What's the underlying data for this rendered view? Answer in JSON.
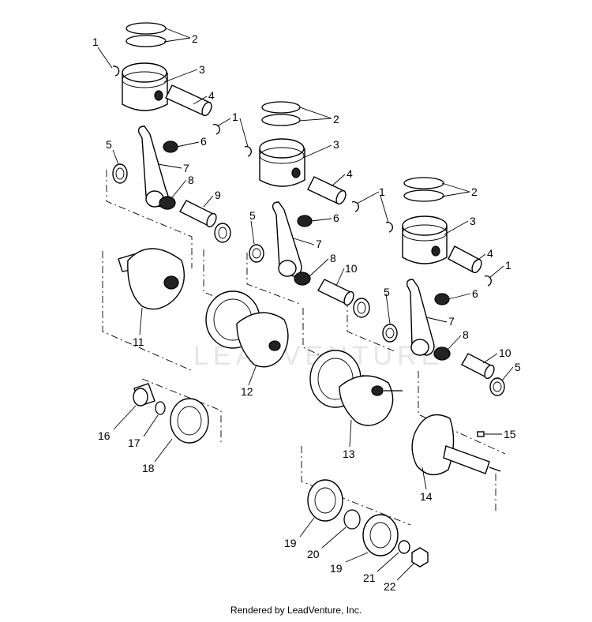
{
  "watermark": "LEADVENTURE",
  "footer": "Rendered by LeadVenture, Inc.",
  "callouts": [
    {
      "id": "c1a",
      "text": "1"
    },
    {
      "id": "c2a",
      "text": "2"
    },
    {
      "id": "c3a",
      "text": "3"
    },
    {
      "id": "c4a",
      "text": "4"
    },
    {
      "id": "c1b",
      "text": "1"
    },
    {
      "id": "c2b",
      "text": "2"
    },
    {
      "id": "c3b",
      "text": "3"
    },
    {
      "id": "c4b",
      "text": "4"
    },
    {
      "id": "c5a",
      "text": "5"
    },
    {
      "id": "c6a",
      "text": "6"
    },
    {
      "id": "c7a",
      "text": "7"
    },
    {
      "id": "c8a",
      "text": "8"
    },
    {
      "id": "c9",
      "text": "9"
    },
    {
      "id": "c1c",
      "text": "1"
    },
    {
      "id": "c2c",
      "text": "2"
    },
    {
      "id": "c3c",
      "text": "3"
    },
    {
      "id": "c4c",
      "text": "4"
    },
    {
      "id": "c1d",
      "text": "1"
    },
    {
      "id": "c5b",
      "text": "5"
    },
    {
      "id": "c6b",
      "text": "6"
    },
    {
      "id": "c7b",
      "text": "7"
    },
    {
      "id": "c8b",
      "text": "8"
    },
    {
      "id": "c10a",
      "text": "10"
    },
    {
      "id": "c5c",
      "text": "5"
    },
    {
      "id": "c6c",
      "text": "6"
    },
    {
      "id": "c7c",
      "text": "7"
    },
    {
      "id": "c8c",
      "text": "8"
    },
    {
      "id": "c10b",
      "text": "10"
    },
    {
      "id": "c5d",
      "text": "5"
    },
    {
      "id": "c11",
      "text": "11"
    },
    {
      "id": "c12",
      "text": "12"
    },
    {
      "id": "c13",
      "text": "13"
    },
    {
      "id": "c14",
      "text": "14"
    },
    {
      "id": "c15",
      "text": "15"
    },
    {
      "id": "c16",
      "text": "16"
    },
    {
      "id": "c17",
      "text": "17"
    },
    {
      "id": "c18",
      "text": "18"
    },
    {
      "id": "c19a",
      "text": "19"
    },
    {
      "id": "c20",
      "text": "20"
    },
    {
      "id": "c19b",
      "text": "19"
    },
    {
      "id": "c21",
      "text": "21"
    },
    {
      "id": "c22",
      "text": "22"
    }
  ]
}
